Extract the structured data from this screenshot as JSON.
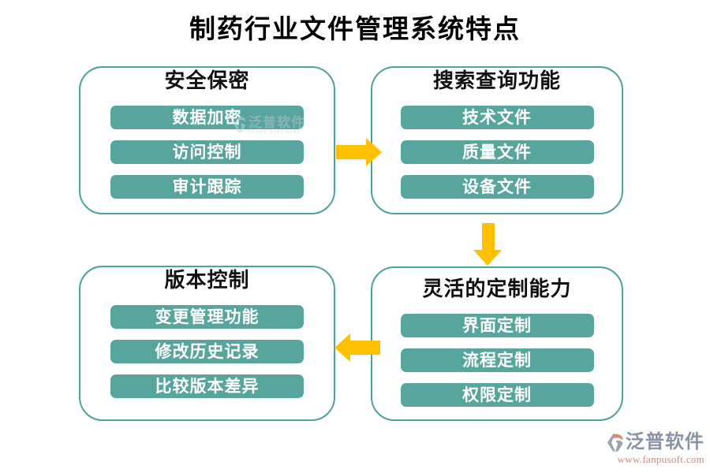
{
  "title": "制药行业文件管理系统特点",
  "boxes": [
    {
      "title": "安全保密",
      "items": [
        "数据加密",
        "访问控制",
        "审计跟踪"
      ]
    },
    {
      "title": "搜索查询功能",
      "items": [
        "技术文件",
        "质量文件",
        "设备文件"
      ]
    },
    {
      "title": "版本控制",
      "items": [
        "变更管理功能",
        "修改历史记录",
        "比较版本差异"
      ]
    },
    {
      "title": "灵活的定制能力",
      "items": [
        "界面定制",
        "流程定制",
        "权限定制"
      ]
    }
  ],
  "arrows": [
    {
      "name": "arrow-box1-to-box2",
      "direction": "right"
    },
    {
      "name": "arrow-box2-to-box4",
      "direction": "down"
    },
    {
      "name": "arrow-box4-to-box3",
      "direction": "left"
    }
  ],
  "watermark": {
    "text": "泛普软件",
    "subtext": "FANPU SOFTWARE"
  },
  "logo": {
    "name": "泛普软件",
    "url": "www.fanpusoft.com"
  },
  "colors": {
    "pill_fill": "#57A59C",
    "box_border": "#4BA39B",
    "arrow": "#FFC000",
    "title_text": "#000000",
    "pill_text": "#FFFFFF",
    "logo_text": "#8A94A6",
    "logo_url": "#C98B84",
    "logo_accent": "#D98A6E"
  }
}
